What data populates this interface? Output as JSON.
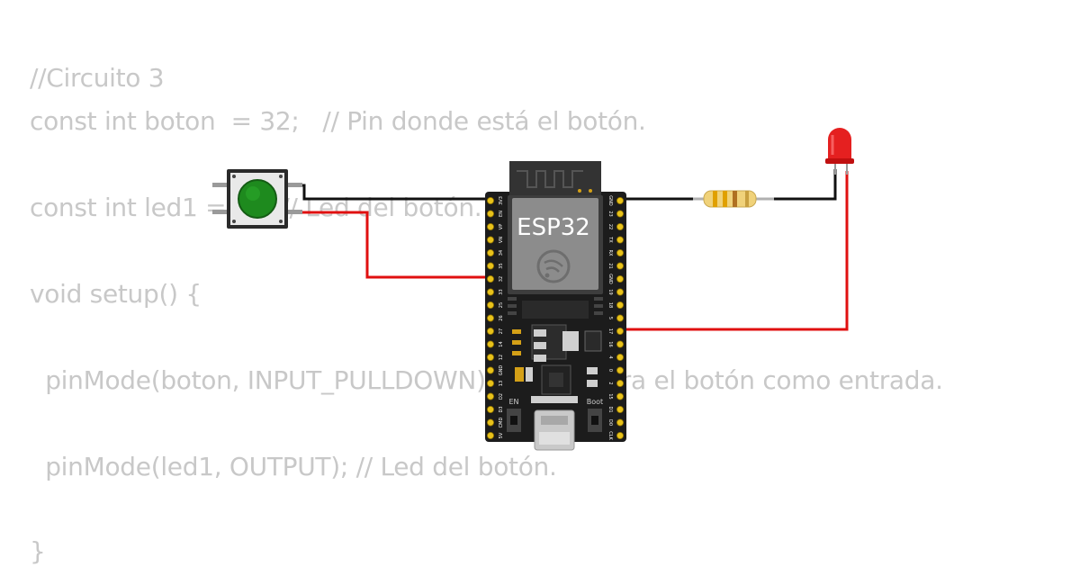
{
  "code": {
    "line_comment": "//Circuito 3",
    "line_boton": "const int boton  = 32;   // Pin donde está el botón.",
    "line_led": "const int led1 = 5;   // Led del botón.",
    "line_setup": "void setup() {",
    "line_pinmode_boton": "  pinMode(boton, INPUT_PULLDOWN); // Configura el botón como entrada.",
    "line_pinmode_led": "  pinMode(led1, OUTPUT); // Led del botón.",
    "line_close": "}"
  },
  "board": {
    "name": "ESP32",
    "button_en": "EN",
    "button_boot": "Boot",
    "left_pins": [
      "3V3",
      "EN",
      "VP",
      "VN",
      "34",
      "35",
      "32",
      "33",
      "25",
      "26",
      "27",
      "14",
      "12",
      "GND",
      "13",
      "D2",
      "D3",
      "CMD",
      "5V"
    ],
    "right_pins": [
      "GND",
      "23",
      "22",
      "TX",
      "RX",
      "21",
      "GND",
      "19",
      "18",
      "5",
      "17",
      "16",
      "4",
      "0",
      "2",
      "15",
      "D1",
      "D0",
      "CLK"
    ]
  },
  "colors": {
    "wire_red": "#e01010",
    "wire_black": "#111111",
    "code_text": "#c8c8c8",
    "board": "#1c1c1c",
    "led": "#e52020",
    "button_cap": "#1e8a1e"
  }
}
